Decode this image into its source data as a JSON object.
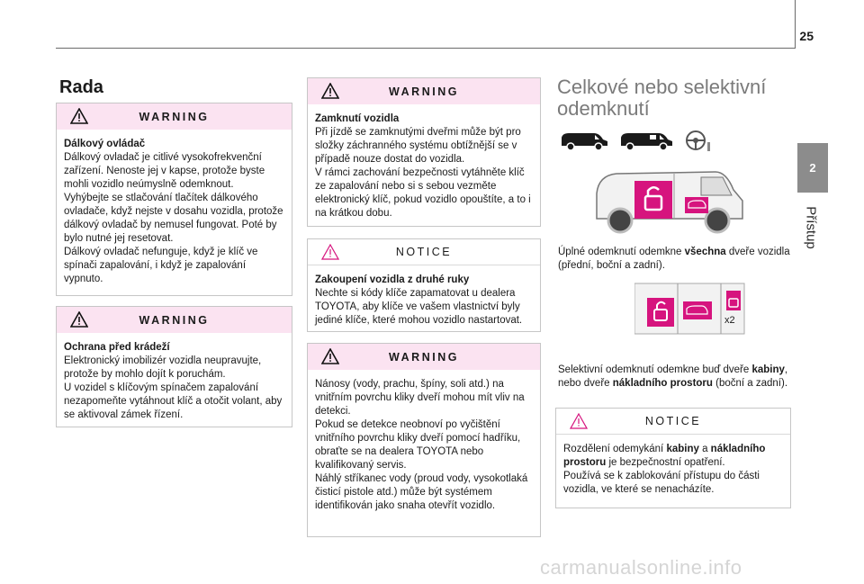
{
  "page": {
    "number": "25"
  },
  "chapter": {
    "number": "2",
    "title": "Přístup"
  },
  "left_column": {
    "heading": "Rada",
    "warning1": {
      "label": "WARNING",
      "lead": "Dálkový ovládač",
      "text": "Dálkový ovladač je citlivé vysokofrekvenční zařízení. Nenoste jej v kapse, protože byste mohli vozidlo neúmyslně odemknout.\nVyhýbejte se stlačování tlačítek dálkového ovladače, když nejste v dosahu vozidla, protože dálkový ovladač by nemusel fungovat. Poté by bylo nutné jej resetovat.\nDálkový ovladač nefunguje, když je klíč ve spínači zapalování, i když je zapalování vypnuto."
    },
    "warning2": {
      "label": "WARNING",
      "lead": "Ochrana před krádeží",
      "text": "Elektronický imobilizér vozidla neupravujte, protože by mohlo dojít k poruchám.\nU vozidel s klíčovým spínačem zapalování nezapomeňte vytáhnout klíč a otočit volant, aby se aktivoval zámek řízení."
    }
  },
  "middle_column": {
    "warning1": {
      "label": "WARNING",
      "lead": "Zamknutí vozidla",
      "text": "Při jízdě se zamknutými dveřmi může být pro složky záchranného systému obtížnější se v případě nouze dostat do vozidla.\nV rámci zachování bezpečnosti vytáhněte klíč ze zapalování nebo si s sebou vezměte elektronický klíč, pokud vozidlo opouštíte, a to i na krátkou dobu."
    },
    "notice1": {
      "label": "NOTICE",
      "lead": "Zakoupení vozidla z druhé ruky",
      "text": "Nechte si kódy klíče zapamatovat u dealera TOYOTA, aby klíče ve vašem vlastnictví byly jediné klíče, které mohou vozidlo nastartovat."
    },
    "warning2": {
      "label": "WARNING",
      "text": "Nánosy (vody, prachu, špíny, soli atd.) na vnitřním povrchu kliky dveří mohou mít vliv na detekci.\nPokud se detekce neobnoví po vyčištění vnitřního povrchu kliky dveří pomocí hadříku, obraťte se na dealera TOYOTA nebo kvalifikovaný servis.\nNáhlý stříkanec vody (proud vody, vysokotlaká čisticí pistole atd.) může být systémem identifikován jako snaha otevřít vozidlo."
    }
  },
  "right_column": {
    "title": "Celkové nebo selektivní odemknutí",
    "caption1": {
      "pre": "Úplné odemknutí odemkne ",
      "bold": "všechna",
      "post": " dveře vozidla (přední, boční a zadní)."
    },
    "caption2": {
      "pre": "Selektivní odemknutí odemkne buď dveře ",
      "bold1": "kabiny",
      "mid": ", nebo dveře ",
      "bold2": "nákladního prostoru",
      "post": " (boční a zadní)."
    },
    "notice": {
      "label": "NOTICE",
      "pre": "Rozdělení odemykání ",
      "bold1": "kabiny",
      "mid": " a ",
      "bold2": "nákladního prostoru",
      "post": " je bezpečnostní opatření.\nPoužívá se k zablokování přístupu do části vozidla, ve které se nenacházíte."
    },
    "multiplier": "x2"
  },
  "watermark": "carmanualsonline.info",
  "colors": {
    "header_pink": "#fbe3f1",
    "accent_pink": "#d6147e",
    "tab_gray": "#8c8c8c"
  }
}
